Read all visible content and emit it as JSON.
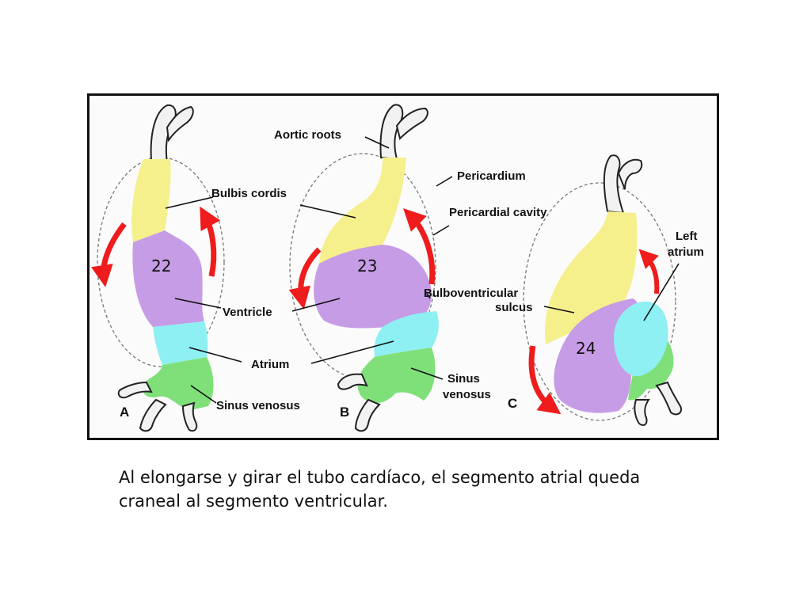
{
  "figure": {
    "panels": [
      {
        "letter": "A",
        "stage": "22"
      },
      {
        "letter": "B",
        "stage": "23"
      },
      {
        "letter": "C",
        "stage": "24"
      }
    ],
    "labels": {
      "aortic_roots": "Aortic roots",
      "bulbis_cordis": "Bulbis cordis",
      "pericardium": "Pericardium",
      "pericardial_cavity": "Pericardial cavity",
      "ventricle": "Ventricle",
      "bulboventricular_line1": "Bulboventricular",
      "bulboventricular_line2": "sulcus",
      "atrium": "Atrium",
      "sinus_venosus_a": "Sinus venosus",
      "sinus_b_line1": "Sinus",
      "sinus_b_line2": "venosus",
      "left_atrium_line1": "Left",
      "left_atrium_line2": "atrium"
    },
    "colors": {
      "bulbus_cordis": "#f5f08c",
      "ventricle": "#c79ce6",
      "atrium": "#8ef0f2",
      "sinus_venosus": "#7fe07a",
      "arrow": "#ee1c1c"
    }
  },
  "caption": {
    "line1": "Al elongarse y girar el tubo cardíaco, el segmento atrial queda",
    "line2": " craneal al segmento ventricular."
  }
}
